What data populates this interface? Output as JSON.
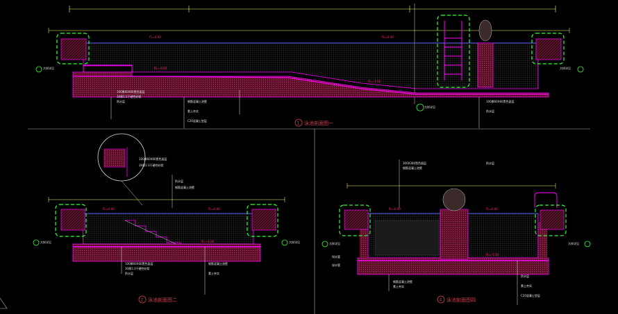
{
  "sections": [
    {
      "id": "section-1",
      "title": "泳池剖面图一",
      "number": "1",
      "levels": [
        "FL=0.00",
        "FL=-0.60",
        "FL=-1.50"
      ],
      "tags": [
        "大样详见",
        "大样详见",
        "大样详见"
      ],
      "notes": [
        "100厚60X60黑色面层",
        "30厚1:3干硬性砂浆",
        "防水层",
        "钢筋混凝土池壁",
        "素土夯实",
        "C20混凝土垫层"
      ]
    },
    {
      "id": "section-2",
      "title": "泳池剖面图二",
      "number": "2",
      "levels": [
        "FL=0.00",
        "FL=-1.20"
      ],
      "tags": [
        "大样详见",
        "大样详见"
      ],
      "notes": [
        "100厚60X60黑色面层",
        "30厚1:3干硬性砂浆",
        "防水层",
        "钢筋混凝土池壁",
        "素土夯实"
      ]
    },
    {
      "id": "section-3",
      "title": "泳池剖面图四",
      "number": "4",
      "levels": [
        "FL=0.00",
        "FL=-1.50"
      ],
      "tags": [
        "大样详见",
        "大样详见",
        "排水管",
        "溢水管"
      ],
      "notes": [
        "300X300黑色面层",
        "钢筋混凝土池壁",
        "防水层",
        "素土夯实",
        "C20混凝土垫层"
      ]
    }
  ],
  "colors": {
    "background": "#000000",
    "outline": "#ff00ff",
    "highlight": "#33ff33",
    "hatch": "#aa2050",
    "dim": "#ffff66",
    "text": "#e8e8e8",
    "water": "#3a3aa0"
  }
}
